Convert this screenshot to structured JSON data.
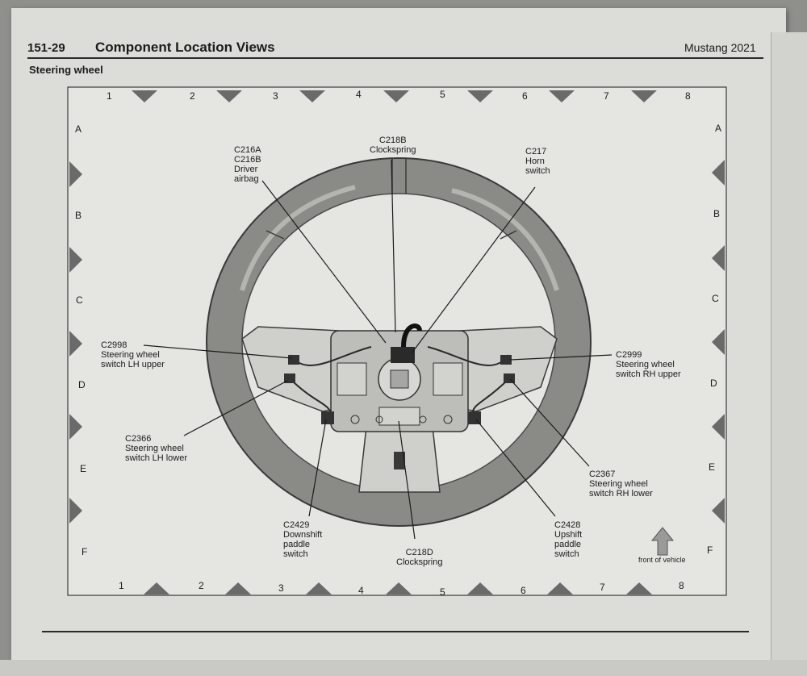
{
  "header": {
    "page_number": "151-29",
    "section_title": "Component Location Views",
    "model": "Mustang 2021",
    "subtitle": "Steering wheel"
  },
  "grid": {
    "columns": [
      "1",
      "2",
      "3",
      "4",
      "5",
      "6",
      "7",
      "8"
    ],
    "rows": [
      "A",
      "B",
      "C",
      "D",
      "E",
      "F"
    ]
  },
  "callouts": {
    "c216": [
      "C216A",
      "C216B",
      "Driver",
      "airbag"
    ],
    "c218b": [
      "C218B",
      "Clockspring"
    ],
    "c217": [
      "C217",
      "Horn",
      "switch"
    ],
    "c2998": [
      "C2998",
      "Steering wheel",
      "switch LH upper"
    ],
    "c2999": [
      "C2999",
      "Steering wheel",
      "switch RH upper"
    ],
    "c2366": [
      "C2366",
      "Steering wheel",
      "switch LH lower"
    ],
    "c2367": [
      "C2367",
      "Steering wheel",
      "switch RH lower"
    ],
    "c2429": [
      "C2429",
      "Downshift",
      "paddle",
      "switch"
    ],
    "c2428": [
      "C2428",
      "Upshift",
      "paddle",
      "switch"
    ],
    "c218d": [
      "C218D",
      "Clockspring"
    ]
  },
  "front_of_vehicle": "front of vehicle",
  "icons": {
    "arrow": "up-arrow-icon",
    "grid_marker": "triangle-marker-icon",
    "figure": "steering-wheel-illustration"
  }
}
